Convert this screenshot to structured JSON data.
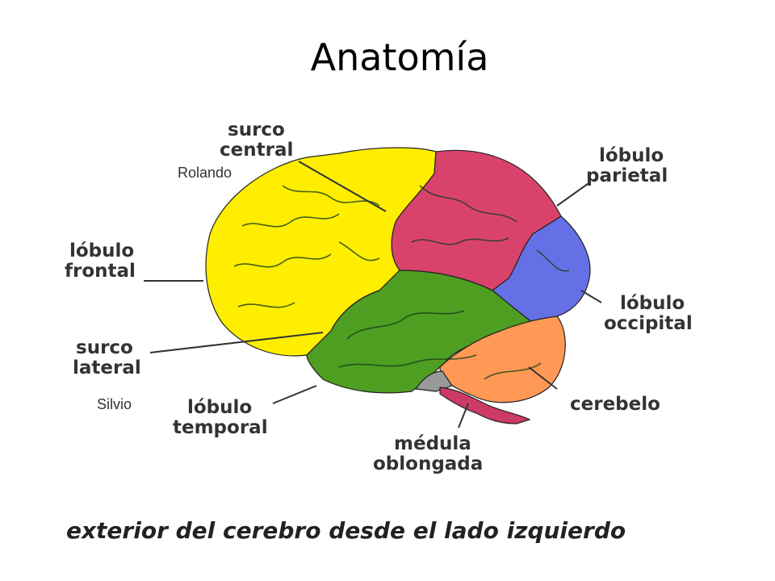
{
  "title": "Anatomía",
  "labels": {
    "surco_central": [
      "surco",
      "central"
    ],
    "lobulo_parietal": [
      "lóbulo",
      "parietal"
    ],
    "lobulo_frontal": [
      "lóbulo",
      "frontal"
    ],
    "lobulo_occipital": [
      "lóbulo",
      "occipital"
    ],
    "surco_lateral": [
      "surco",
      "lateral"
    ],
    "lobulo_temporal": [
      "lóbulo",
      "temporal"
    ],
    "cerebelo": "cerebelo",
    "medula_oblongada": [
      "médula",
      "oblongada"
    ]
  },
  "caption": "exterior del cerebro desde el lado izquierdo",
  "annotations": {
    "rolando": "Rolando",
    "silvio": "Silvio"
  },
  "colors": {
    "frontal": "#ffee00",
    "parietal": "#d9436b",
    "occipital": "#6670e6",
    "temporal": "#4e9e22",
    "cerebelo": "#ff9955",
    "medula": "#cc3a66",
    "pons": "#999999"
  }
}
